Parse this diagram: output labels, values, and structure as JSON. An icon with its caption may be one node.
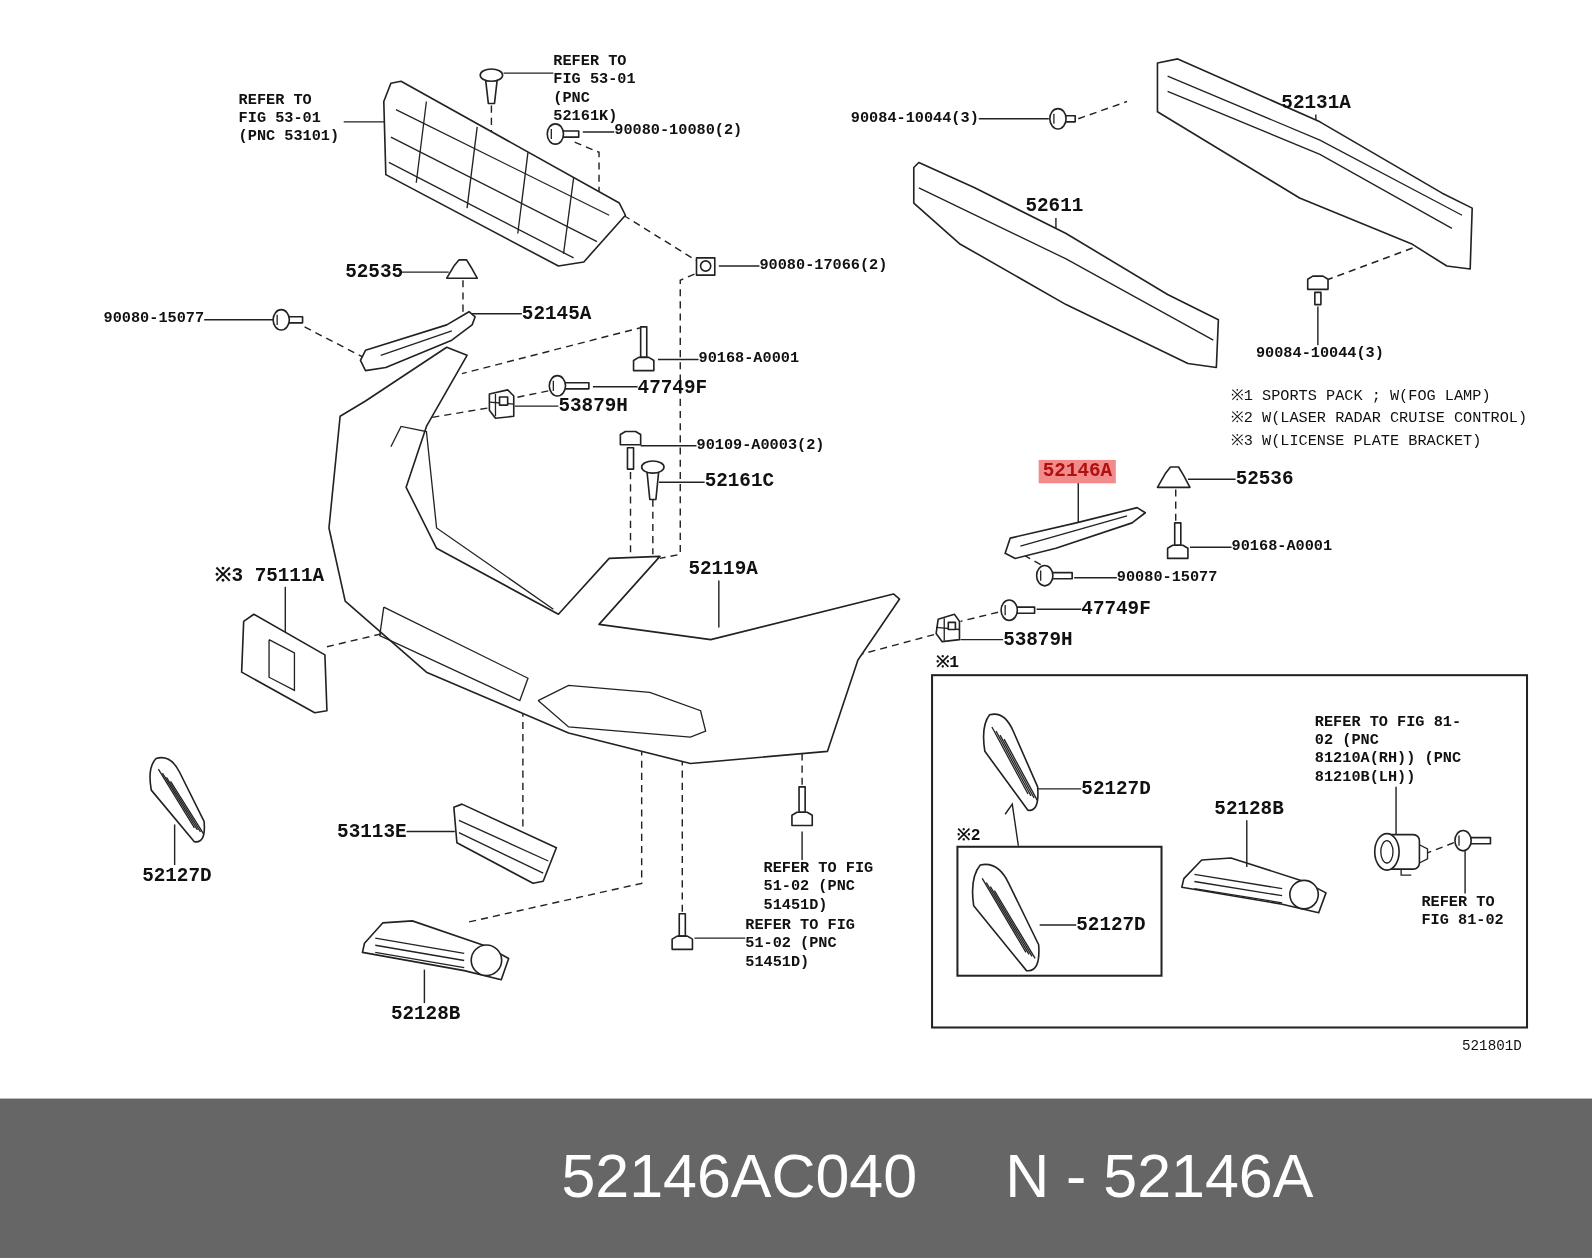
{
  "diagram": {
    "nodes": [
      {
        "text": [
          "REFER TO FIG 53-01 (PNC 53101)"
        ]
      },
      {
        "text": [],
        "shape": "picture"
      },
      {
        "text": [
          "REFER TO FIG 53-01 (PNC 52161K)"
        ]
      },
      {
        "text": [],
        "shape": "picture"
      },
      {
        "text": [
          "90080-10080(2)"
        ]
      },
      {
        "text": [],
        "shape": "picture"
      },
      {
        "text": [
          "52535"
        ]
      },
      {
        "text": [],
        "shape": "picture"
      },
      {
        "text": [
          "90080-17066(2)"
        ]
      },
      {
        "text": [],
        "shape": "picture"
      },
      {
        "text": [
          "90080-15077"
        ]
      },
      {
        "text": [],
        "shape": "picture"
      },
      {
        "text": [
          "52145A"
        ]
      },
      {
        "text": [],
        "shape": "picture"
      },
      {
        "text": [
          "90168-A0001"
        ]
      },
      {
        "text": [],
        "shape": "picture"
      },
      {
        "text": [
          "47749F"
        ]
      },
      {
        "text": [],
        "shape": "picture"
      },
      {
        "text": [
          "53879H"
        ]
      },
      {
        "text": [],
        "shape": "picture"
      },
      {
        "text": [
          "90109-A0003(2)"
        ]
      },
      {
        "text": [],
        "shape": "picture"
      },
      {
        "text": [
          "52161C"
        ]
      },
      {
        "text": [],
        "shape": "picture"
      },
      {
        "text": [
          "52119A"
        ]
      },
      {
        "text": [],
        "shape": "picture"
      },
      {
        "text": [
          "※3 75111A"
        ]
      },
      {
        "text": [],
        "shape": "picture"
      },
      {
        "text": [],
        "shape": "picture"
      },
      {
        "text": [
          "52127D"
        ]
      },
      {
        "text": [
          "53113E"
        ]
      },
      {
        "text": [],
        "shape": "picture"
      },
      {
        "text": [],
        "shape": "picture"
      },
      {
        "text": [
          "52128B"
        ]
      },
      {
        "text": [
          "REFER TO FIG 51-02 (PNC 51451D)"
        ]
      },
      {
        "text": [],
        "shape": "picture"
      },
      {
        "text": [
          "REFER TO FIG 51-02 (PNC 51451D)"
        ]
      },
      {
        "text": [],
        "shape": "picture"
      },
      {
        "text": [
          "90084-10044(3)"
        ]
      },
      {
        "text": [],
        "shape": "picture"
      },
      {
        "text": [
          "52131A"
        ]
      },
      {
        "text": [],
        "shape": "picture"
      },
      {
        "text": [
          "52611"
        ]
      },
      {
        "text": [],
        "shape": "picture"
      },
      {
        "text": [],
        "shape": "picture"
      },
      {
        "text": [
          "90084-10044(3)"
        ]
      },
      {
        "text": [
          "52146A"
        ]
      },
      {
        "text": [],
        "shape": "picture"
      },
      {
        "text": [
          "52536"
        ]
      },
      {
        "text": [],
        "shape": "picture"
      },
      {
        "text": [
          "90168-A0001"
        ]
      },
      {
        "text": [],
        "shape": "picture"
      },
      {
        "text": [
          "90080-15077"
        ]
      },
      {
        "text": [],
        "shape": "picture"
      },
      {
        "text": [
          "47749F"
        ]
      },
      {
        "text": [],
        "shape": "picture"
      },
      {
        "text": [
          "53879H"
        ]
      },
      {
        "text": [],
        "shape": "picture"
      },
      {
        "text": [
          "※1"
        ]
      },
      {
        "text": [],
        "shape": "picture",
        "in": 58
      },
      {
        "text": [
          "52127D"
        ],
        "in": 58
      },
      {
        "text": [
          "※2"
        ],
        "in": 58
      },
      {
        "text": [],
        "shape": "picture",
        "in": 61
      },
      {
        "text": [
          "52127D"
        ],
        "in": 61
      },
      {
        "text": [
          "52128B"
        ],
        "in": 58
      },
      {
        "text": [],
        "shape": "picture",
        "in": 58
      },
      {
        "text": [
          "REFER TO FIG 81-02 (PNC 81210A(RH)) (PNC 81210B(LH))"
        ],
        "in": 58
      },
      {
        "text": [],
        "shape": "picture",
        "in": 58
      },
      {
        "text": [],
        "shape": "picture",
        "in": 58
      },
      {
        "text": [
          "REFER TO FIG 81-02"
        ],
        "in": 58
      }
    ],
    "edges": [
      {
        "from": 0,
        "to": 1,
        "arrow": "none"
      },
      {
        "from": 2,
        "to": 3,
        "arrow": "none"
      },
      {
        "from": 4,
        "to": 5,
        "arrow": "none"
      },
      {
        "from": 6,
        "to": 7,
        "arrow": "none"
      },
      {
        "from": 8,
        "to": 9,
        "arrow": "none"
      },
      {
        "from": 10,
        "to": 11,
        "arrow": "none"
      },
      {
        "from": 12,
        "to": 13,
        "arrow": "none"
      },
      {
        "from": 14,
        "to": 15,
        "arrow": "none"
      },
      {
        "from": 16,
        "to": 17,
        "arrow": "none"
      },
      {
        "from": 18,
        "to": 19,
        "arrow": "none"
      },
      {
        "from": 20,
        "to": 21,
        "arrow": "none"
      },
      {
        "from": 22,
        "to": 23,
        "arrow": "none"
      },
      {
        "from": 24,
        "to": 25,
        "arrow": "none"
      },
      {
        "from": 26,
        "to": 27,
        "arrow": "none"
      },
      {
        "from": 29,
        "to": 28,
        "arrow": "none"
      },
      {
        "from": 30,
        "to": 31,
        "arrow": "none"
      },
      {
        "from": 33,
        "to": 32,
        "arrow": "none"
      },
      {
        "from": 34,
        "to": 35,
        "arrow": "none"
      },
      {
        "from": 36,
        "to": 37,
        "arrow": "none"
      },
      {
        "from": 38,
        "to": 39,
        "arrow": "none"
      },
      {
        "from": 40,
        "to": 41,
        "arrow": "none"
      },
      {
        "from": 42,
        "to": 43,
        "arrow": "none"
      },
      {
        "from": 45,
        "to": 44,
        "arrow": "none"
      },
      {
        "from": 46,
        "to": 47,
        "arrow": "none"
      },
      {
        "from": 48,
        "to": 49,
        "arrow": "none"
      },
      {
        "from": 50,
        "to": 51,
        "arrow": "none"
      },
      {
        "from": 52,
        "to": 53,
        "arrow": "none"
      },
      {
        "from": 54,
        "to": 55,
        "arrow": "none"
      },
      {
        "from": 56,
        "to": 57,
        "arrow": "none"
      },
      {
        "from": 60,
        "to": 59,
        "arrow": "none"
      },
      {
        "from": 63,
        "to": 62,
        "arrow": "none"
      },
      {
        "from": 64,
        "to": 65,
        "arrow": "none"
      },
      {
        "from": 66,
        "to": 67,
        "arrow": "none"
      },
      {
        "from": 69,
        "to": 68,
        "arrow": "none"
      },
      {
        "from": 59,
        "to": 61,
        "arrow": "none"
      },
      {
        "from": 3,
        "to": 1,
        "arrow": "none",
        "style": "dashed"
      },
      {
        "from": 5,
        "to": 1,
        "arrow": "none",
        "style": "dashed"
      },
      {
        "from": 1,
        "to": 9,
        "arrow": "none",
        "style": "dashed"
      },
      {
        "from": 9,
        "to": 25,
        "arrow": "none",
        "style": "dashed"
      },
      {
        "from": 7,
        "to": 13,
        "arrow": "none",
        "style": "dashed"
      },
      {
        "from": 11,
        "to": 13,
        "arrow": "none",
        "style": "dashed"
      },
      {
        "from": 15,
        "to": 25,
        "arrow": "none",
        "style": "dashed"
      },
      {
        "from": 17,
        "to": 19,
        "arrow": "none",
        "style": "dashed"
      },
      {
        "from": 19,
        "to": 25,
        "arrow": "none",
        "style": "dashed"
      },
      {
        "from": 21,
        "to": 25,
        "arrow": "none",
        "style": "dashed"
      },
      {
        "from": 23,
        "to": 25,
        "arrow": "none",
        "style": "dashed"
      },
      {
        "from": 27,
        "to": 25,
        "arrow": "none",
        "style": "dashed"
      },
      {
        "from": 31,
        "to": 25,
        "arrow": "none",
        "style": "dashed"
      },
      {
        "from": 32,
        "to": 25,
        "arrow": "none",
        "style": "dashed"
      },
      {
        "from": 35,
        "to": 25,
        "arrow": "none",
        "style": "dashed"
      },
      {
        "from": 37,
        "to": 25,
        "arrow": "none",
        "style": "dashed"
      },
      {
        "from": 39,
        "to": 41,
        "arrow": "none",
        "style": "dashed"
      },
      {
        "from": 44,
        "to": 41,
        "arrow": "none",
        "style": "dashed"
      },
      {
        "from": 49,
        "to": 51,
        "arrow": "none",
        "style": "dashed"
      },
      {
        "from": 53,
        "to": 47,
        "arrow": "none",
        "style": "dashed"
      },
      {
        "from": 55,
        "to": 57,
        "arrow": "none",
        "style": "dashed"
      },
      {
        "from": 57,
        "to": 25,
        "arrow": "none",
        "style": "dashed"
      },
      {
        "from": 68,
        "to": 67,
        "arrow": "none",
        "style": "dashed"
      }
    ],
    "labels": [
      "※1 SPORTS PACK ; W(FOG LAMP)",
      "※2 W(LASER RADAR CRUISE CONTROL)",
      "※3 W(LICENSE PLATE BRACKET)",
      "521801D",
      "52146AC040",
      "N - 52146A"
    ]
  }
}
